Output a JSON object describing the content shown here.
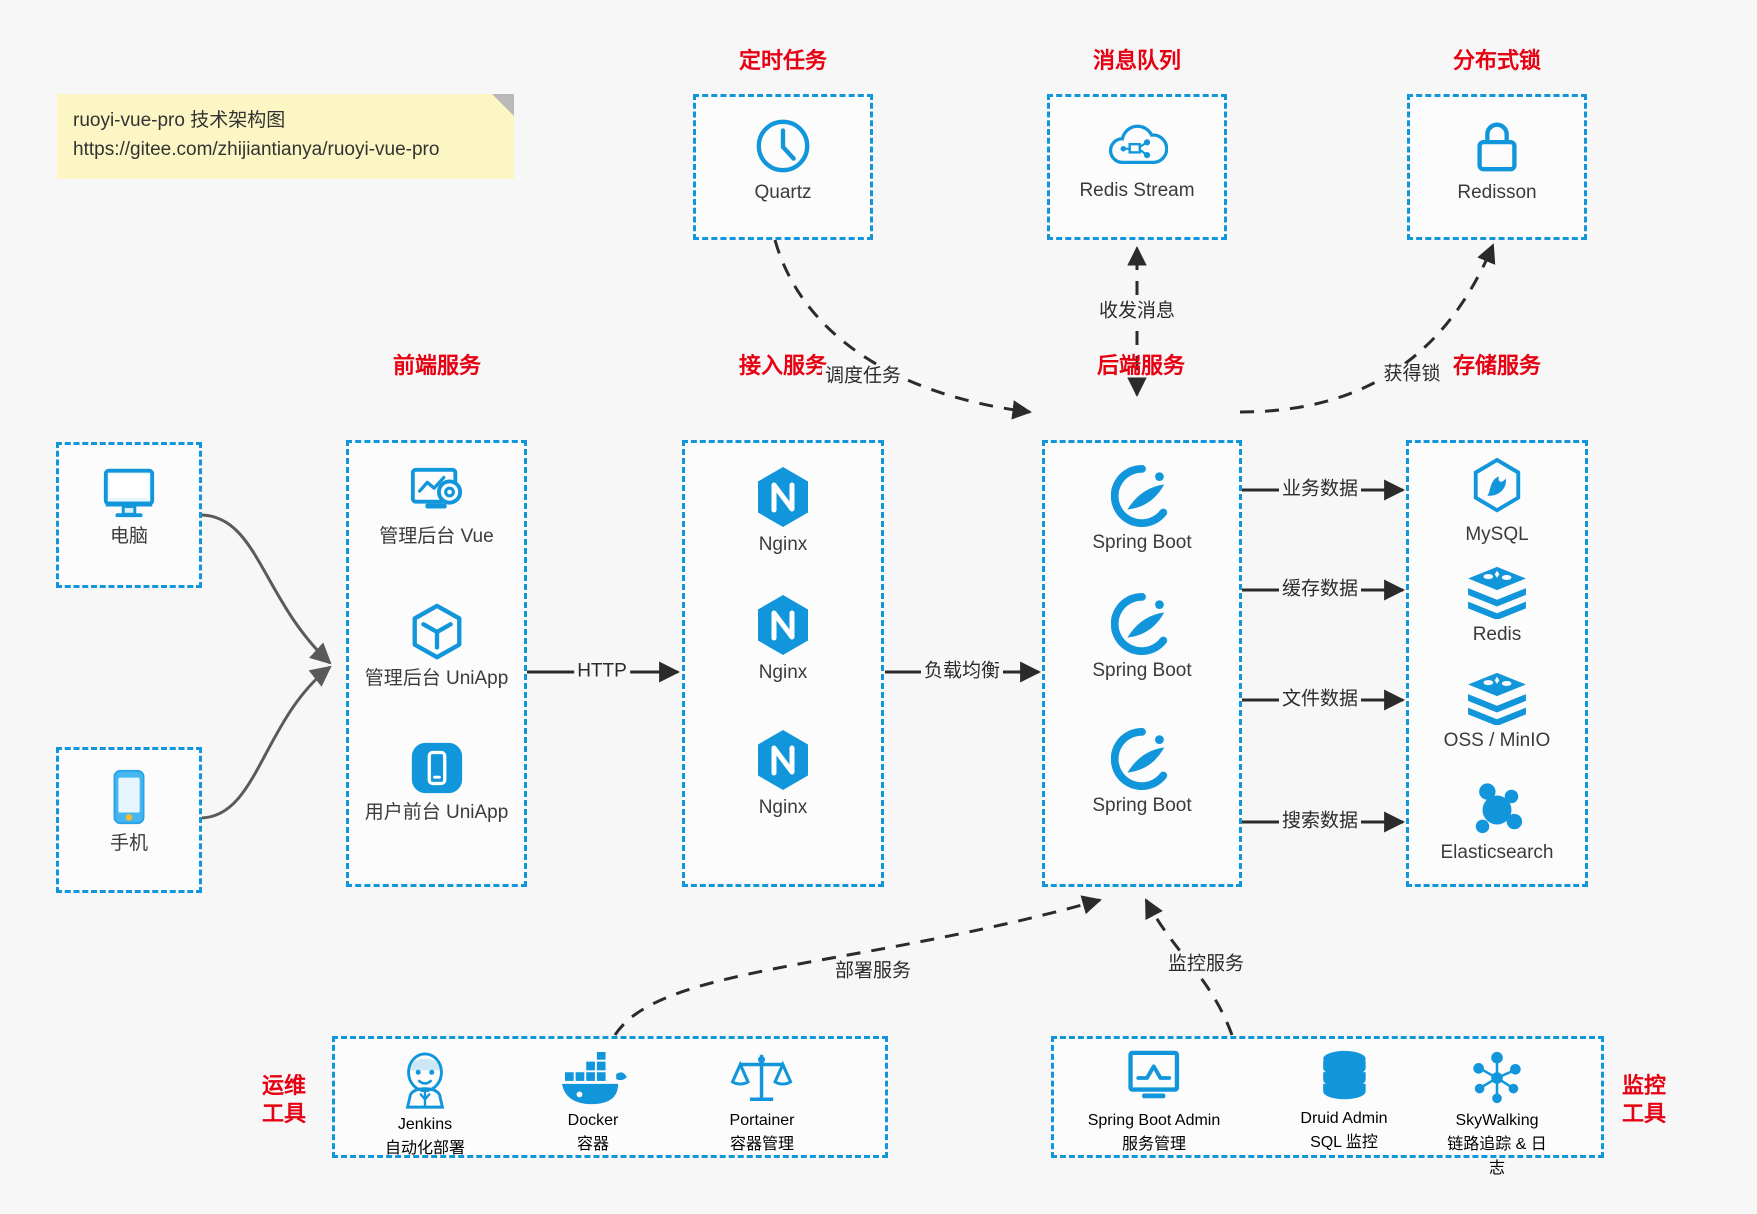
{
  "note": {
    "line1": "ruoyi-vue-pro 技术架构图",
    "line2": "https://gitee.com/zhijiantianya/ruoyi-vue-pro"
  },
  "colors": {
    "accent_blue": "#1296db",
    "caption_red": "#e60012",
    "edge_gray": "#5a5a5a",
    "edge_black": "#2b2b2b",
    "canvas": "#f7f7f7",
    "note_yellow": "#fbf6c3"
  },
  "groups": {
    "scheduler": {
      "caption": "定时任务",
      "nodes": [
        {
          "label": "Quartz",
          "icon": "clock-icon"
        }
      ]
    },
    "message_queue": {
      "caption": "消息队列",
      "nodes": [
        {
          "label": "Redis Stream",
          "icon": "cloud-stream-icon"
        }
      ]
    },
    "distributed_lock": {
      "caption": "分布式锁",
      "nodes": [
        {
          "label": "Redisson",
          "icon": "lock-icon"
        }
      ]
    },
    "clients": {
      "nodes": [
        {
          "label": "电脑",
          "icon": "desktop-computer-icon"
        },
        {
          "label": "手机",
          "icon": "mobile-phone-icon"
        }
      ]
    },
    "frontend": {
      "caption": "前端服务",
      "nodes": [
        {
          "label": "管理后台 Vue",
          "icon": "dashboard-gear-icon"
        },
        {
          "label": "管理后台 UniApp",
          "icon": "uniapp-cube-icon"
        },
        {
          "label": "用户前台 UniApp",
          "icon": "mobile-app-icon"
        }
      ]
    },
    "gateway": {
      "caption": "接入服务",
      "nodes": [
        {
          "label": "Nginx",
          "icon": "nginx-icon"
        },
        {
          "label": "Nginx",
          "icon": "nginx-icon"
        },
        {
          "label": "Nginx",
          "icon": "nginx-icon"
        }
      ]
    },
    "backend": {
      "caption": "后端服务",
      "nodes": [
        {
          "label": "Spring Boot",
          "icon": "spring-boot-icon"
        },
        {
          "label": "Spring Boot",
          "icon": "spring-boot-icon"
        },
        {
          "label": "Spring Boot",
          "icon": "spring-boot-icon"
        }
      ]
    },
    "storage": {
      "caption": "存储服务",
      "nodes": [
        {
          "label": "MySQL",
          "icon": "mysql-icon"
        },
        {
          "label": "Redis",
          "icon": "redis-icon"
        },
        {
          "label": "OSS / MinIO",
          "icon": "oss-minio-icon"
        },
        {
          "label": "Elasticsearch",
          "icon": "elasticsearch-icon"
        }
      ]
    },
    "devops": {
      "caption_line1": "运维",
      "caption_line2": "工具",
      "nodes": [
        {
          "label": "Jenkins",
          "sub": "自动化部署",
          "icon": "jenkins-icon"
        },
        {
          "label": "Docker",
          "sub": "容器",
          "icon": "docker-icon"
        },
        {
          "label": "Portainer",
          "sub": "容器管理",
          "icon": "portainer-scales-icon"
        }
      ]
    },
    "monitoring": {
      "caption_line1": "监控",
      "caption_line2": "工具",
      "nodes": [
        {
          "label": "Spring Boot Admin",
          "sub": "服务管理",
          "icon": "monitor-chart-icon"
        },
        {
          "label": "Druid Admin",
          "sub": "SQL 监控",
          "icon": "database-stack-icon"
        },
        {
          "label": "SkyWalking",
          "sub": "链路追踪 & 日志",
          "icon": "skywalking-node-icon"
        }
      ]
    }
  },
  "edges": [
    {
      "id": "frontend-to-gateway",
      "label": "HTTP"
    },
    {
      "id": "gateway-to-backend",
      "label": "负载均衡"
    },
    {
      "id": "quartz-to-backend",
      "label": "调度任务"
    },
    {
      "id": "backend-to-redis-stream",
      "label": "收发消息"
    },
    {
      "id": "backend-to-redisson",
      "label": "获得锁"
    },
    {
      "id": "backend-to-mysql",
      "label": "业务数据"
    },
    {
      "id": "backend-to-redis",
      "label": "缓存数据"
    },
    {
      "id": "backend-to-oss",
      "label": "文件数据"
    },
    {
      "id": "backend-to-elasticsearch",
      "label": "搜索数据"
    },
    {
      "id": "devops-to-backend",
      "label": "部署服务"
    },
    {
      "id": "monitoring-to-backend",
      "label": "监控服务"
    }
  ]
}
